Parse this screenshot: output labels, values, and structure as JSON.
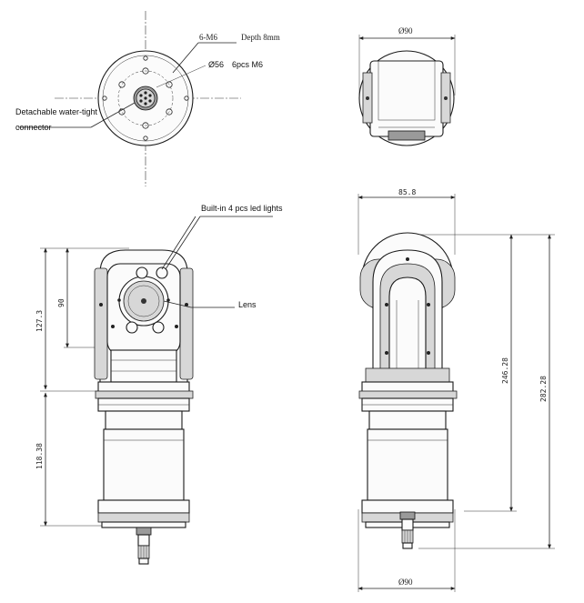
{
  "annotations": {
    "thread": "6-M6",
    "depth": "Depth  8mm",
    "pcd": "Ø56",
    "holes": "6pcs M6",
    "connector_line1": "Detachable water-tight",
    "connector_line2": "connector",
    "led": "Built-in 4 pcs led lights",
    "lens": "Lens"
  },
  "dimensions": {
    "top_diameter": "Ø90",
    "side_width": "85.8",
    "front_head_height": "90",
    "front_upper_height": "127.3",
    "front_base_height": "118.38",
    "side_mid_height": "246.28",
    "side_total_height": "282.28",
    "bottom_diameter": "Ø90"
  }
}
